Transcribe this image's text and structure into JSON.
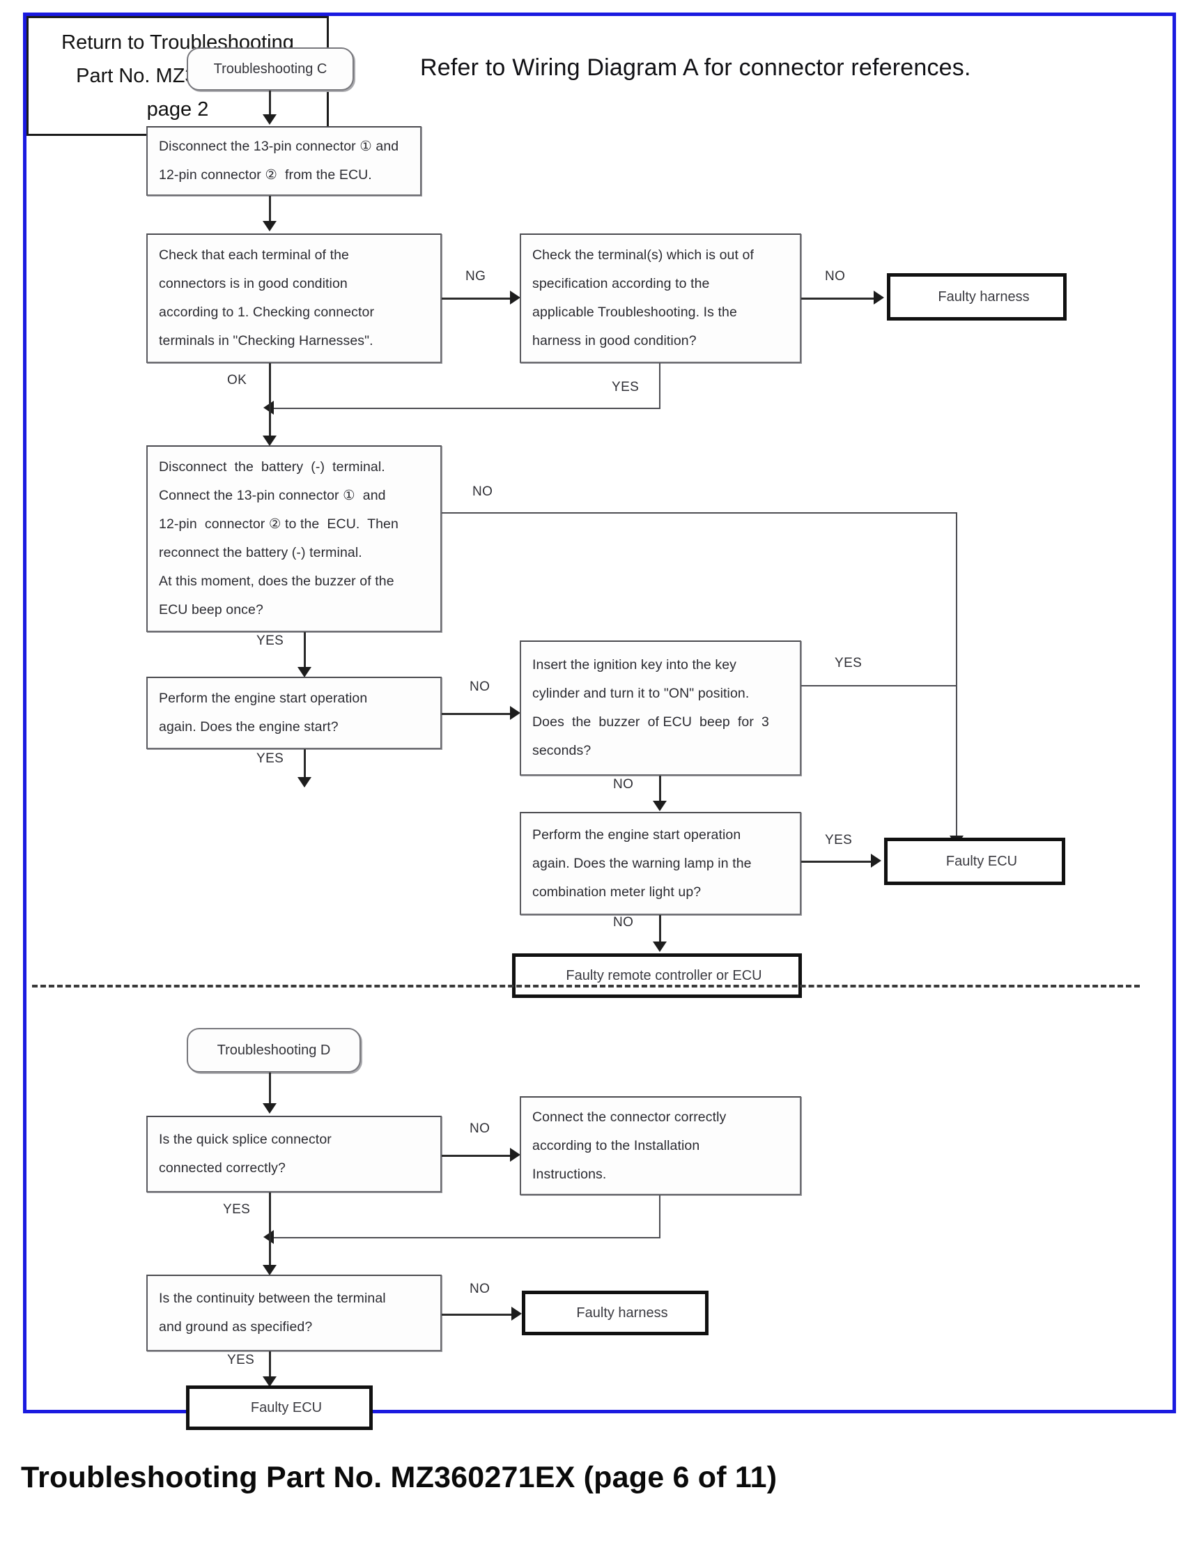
{
  "page": {
    "headline": "Refer to Wiring Diagram A for connector references.",
    "footer": "Troubleshooting Part No. MZ360271EX (page 6 of 11)",
    "frame_color": "#1a1ae0",
    "divider_style": "dashed"
  },
  "section_c": {
    "start": {
      "label": "Troubleshooting C"
    },
    "n1": {
      "lines": [
        "Disconnect the 13-pin connector ① and",
        "12-pin connector ②  from the ECU."
      ]
    },
    "n2": {
      "lines": [
        "Check that each terminal of the",
        "connectors is in good condition",
        "according to 1. Checking connector",
        "terminals in \"Checking Harnesses\"."
      ]
    },
    "n3": {
      "lines": [
        "Check the terminal(s) which is out of",
        "specification according to the",
        "applicable Troubleshooting. Is the",
        "harness in good condition?"
      ]
    },
    "r1": {
      "label": "Faulty harness"
    },
    "n4": {
      "lines": [
        "Disconnect  the  battery  (-)  terminal.",
        "Connect the 13-pin connector ①  and",
        "12-pin  connector ② to the  ECU.  Then",
        "reconnect the battery (-) terminal.",
        "At this moment, does the buzzer of the",
        "ECU beep once?"
      ]
    },
    "n5": {
      "lines": [
        "Perform the engine start operation",
        "again. Does the engine start?"
      ]
    },
    "n6": {
      "lines": [
        "Insert the ignition key into the key",
        "cylinder and turn it to \"ON\" position.",
        "Does  the  buzzer  of ECU  beep  for  3",
        "seconds?"
      ]
    },
    "n7": {
      "lines": [
        "Perform the engine start operation",
        "again. Does the warning lamp in the",
        "combination meter light up?"
      ]
    },
    "r2": {
      "label": "Faulty ECU"
    },
    "r3": {
      "label": "Faulty remote controller or ECU"
    },
    "ret": {
      "lines": [
        "Return to Troubleshooting",
        "Part No. MZ360271EX",
        "page 2"
      ]
    },
    "edges": {
      "ng": "NG",
      "ok": "OK",
      "no_r1": "NO",
      "yes_back": "YES",
      "no_bypass": "NO",
      "yes_n4": "YES",
      "no_n5": "NO",
      "yes_n5": "YES",
      "yes_n6": "YES",
      "no_n6": "NO",
      "yes_n7": "YES",
      "no_n7": "NO"
    }
  },
  "section_d": {
    "start": {
      "label": "Troubleshooting D"
    },
    "d1": {
      "lines": [
        "Is the quick splice connector",
        "connected correctly?"
      ]
    },
    "d2": {
      "lines": [
        "Connect the connector correctly",
        "according to the Installation",
        "Instructions."
      ]
    },
    "d3": {
      "lines": [
        "Is the continuity between the terminal",
        "and ground as specified?"
      ]
    },
    "r4": {
      "label": "Faulty harness"
    },
    "r5": {
      "label": "Faulty ECU"
    },
    "edges": {
      "no_d1": "NO",
      "yes_d1": "YES",
      "no_d3": "NO",
      "yes_d3": "YES"
    }
  }
}
